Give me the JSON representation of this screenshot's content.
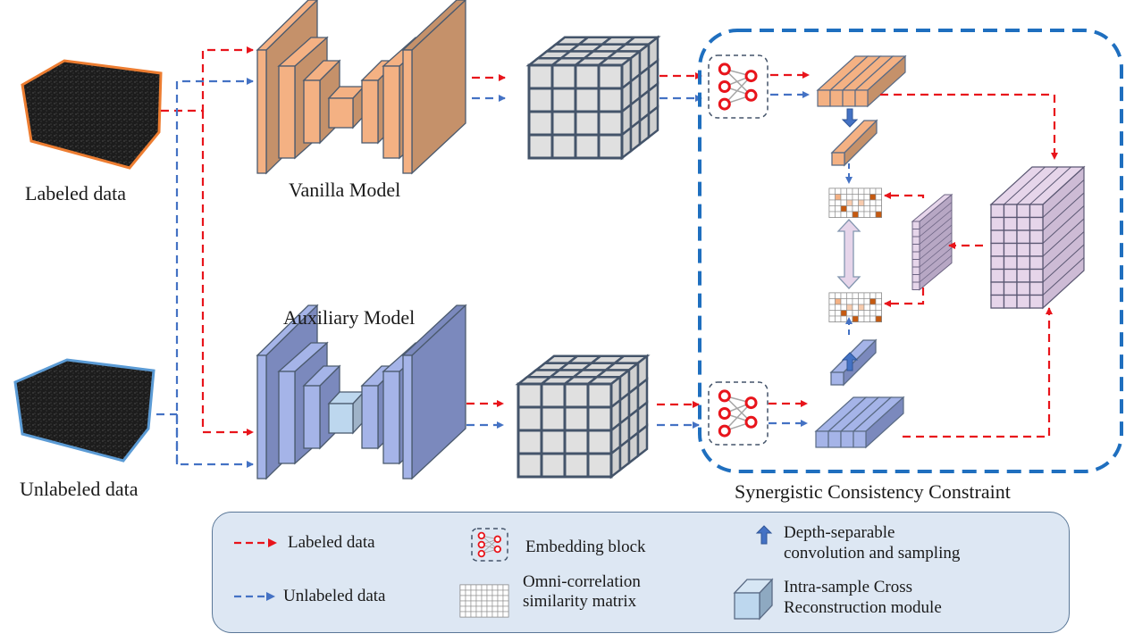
{
  "labels": {
    "labeled_input": "Labeled data",
    "unlabeled_input": "Unlabeled data",
    "vanilla_model": "Vanilla Model",
    "auxiliary_model": "Auxiliary Model",
    "scc_module": "Synergistic Consistency  Constraint"
  },
  "legend": {
    "labeled_data": "Labeled data",
    "unlabeled_data": "Unlabeled data",
    "embedding_block": "Embedding block",
    "similarity_matrix_line1": "Omni-correlation",
    "similarity_matrix_line2": "similarity matrix",
    "dsconv_line1": "Depth-separable",
    "dsconv_line2": "convolution and sampling",
    "icr_line1": "Intra-sample Cross",
    "icr_line2": "Reconstruction module"
  },
  "colors": {
    "labeled_flow": "#e8141b",
    "unlabeled_flow": "#4472c4",
    "vanilla_front": "#f4b183",
    "vanilla_side": "#c5916a",
    "auxiliary_front": "#a5b4e8",
    "auxiliary_side": "#7b89bd",
    "icr_cube": "#bdd7ee",
    "pink_tensor": "#e6d5ea",
    "scc_border": "#1f6fbf",
    "legend_bg": "#dde7f3"
  }
}
